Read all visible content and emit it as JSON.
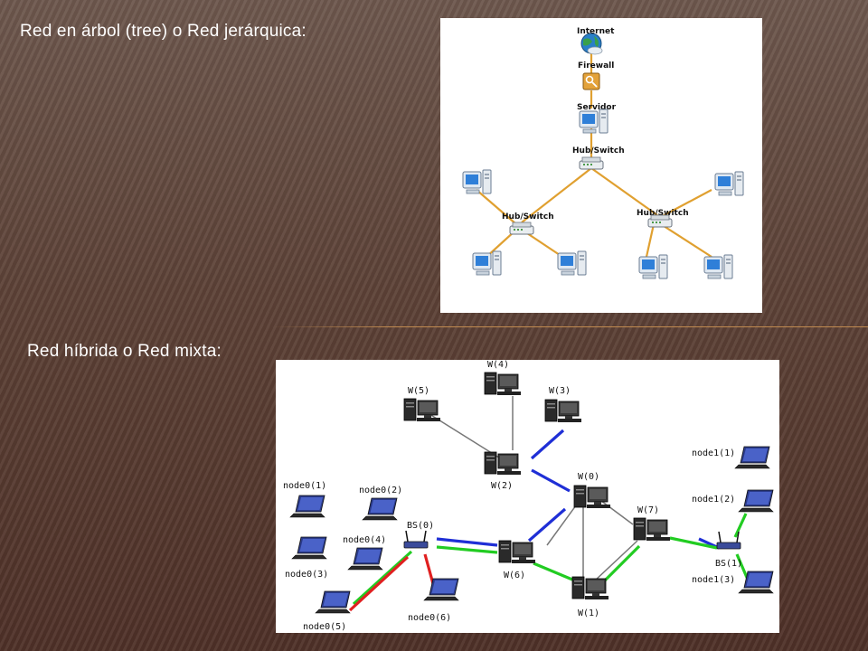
{
  "slide": {
    "title_tree_part1": "Red en árbol",
    "title_tree_part2": "(tree)",
    "title_tree_part3": "o Red jerárquica:",
    "title_hybrid": "Red híbrida o Red mixta:"
  },
  "tree_diagram": {
    "internet_label": "Internet",
    "firewall_label": "Firewall",
    "server_label": "Servidor",
    "hub_top_label": "Hub/Switch",
    "hub_left_label": "Hub/Switch",
    "hub_right_label": "Hub/Switch"
  },
  "hybrid_diagram": {
    "w5": "W(5)",
    "w4": "W(4)",
    "w3": "W(3)",
    "w2": "W(2)",
    "w0": "W(0)",
    "w7": "W(7)",
    "w6": "W(6)",
    "w1": "W(1)",
    "bs0": "BS(0)",
    "bs1": "BS(1)",
    "node0_1": "node0(1)",
    "node0_2": "node0(2)",
    "node0_3": "node0(3)",
    "node0_4": "node0(4)",
    "node0_5": "node0(5)",
    "node0_6": "node0(6)",
    "node1_1": "node1(1)",
    "node1_2": "node1(2)",
    "node1_3": "node1(3)",
    "colors": {
      "wired": "#777777",
      "blue_link": "#1f2fd6",
      "green_link": "#22cc22",
      "red_link": "#e02020",
      "tree_link": "#e0a030"
    }
  }
}
